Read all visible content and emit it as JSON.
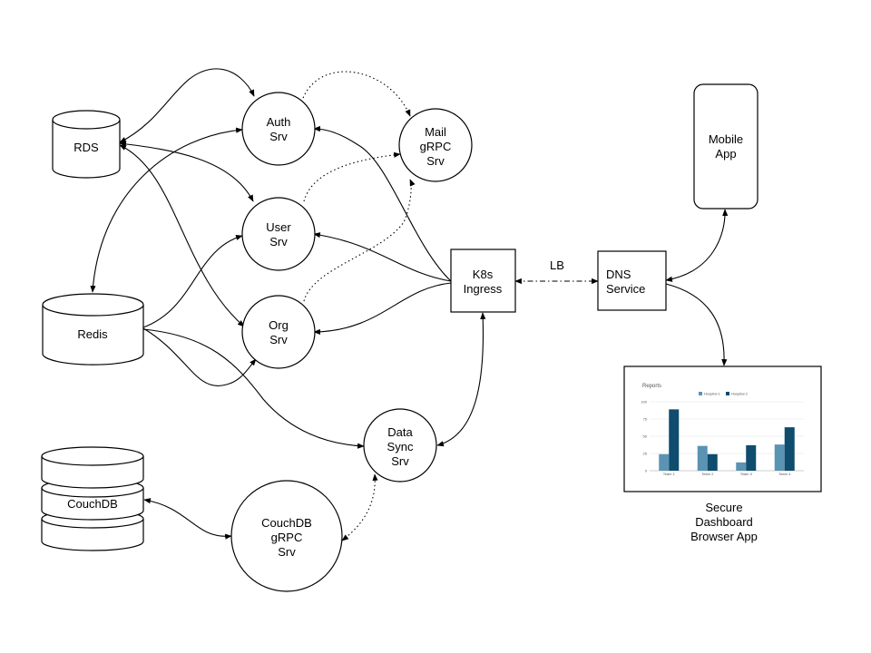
{
  "nodes": {
    "rds": "RDS",
    "redis": "Redis",
    "couchdb": "CouchDB",
    "auth_srv": [
      "Auth",
      "Srv"
    ],
    "user_srv": [
      "User",
      "Srv"
    ],
    "org_srv": [
      "Org",
      "Srv"
    ],
    "mail_grpc_srv": [
      "Mail",
      "gRPC",
      "Srv"
    ],
    "k8s_ingress": [
      "K8s",
      "Ingress"
    ],
    "dns_service": [
      "DNS",
      "Service"
    ],
    "data_sync_srv": [
      "Data",
      "Sync",
      "Srv"
    ],
    "couchdb_grpc_srv": [
      "CouchDB",
      "gRPC",
      "Srv"
    ],
    "mobile_app": [
      "Mobile",
      "App"
    ],
    "dashboard_caption": [
      "Secure",
      "Dashboard",
      "Browser App"
    ]
  },
  "edges": {
    "lb_label": "LB"
  },
  "dashboard_thumbnail": {
    "chart_data": {
      "type": "bar",
      "title": "Reports",
      "categories": [
        "Team 1",
        "Team 2",
        "Team 3",
        "Team 4"
      ],
      "series": [
        {
          "name": "Hospital 1",
          "values": [
            24,
            36,
            12,
            38
          ],
          "color": "#5b93b3"
        },
        {
          "name": "Hospital 2",
          "values": [
            89,
            24,
            37,
            63
          ],
          "color": "#0f4c6e"
        }
      ],
      "yticks": [
        0,
        25,
        50,
        75,
        100
      ],
      "ylim": [
        0,
        100
      ],
      "legend": "top",
      "grid": true
    }
  }
}
